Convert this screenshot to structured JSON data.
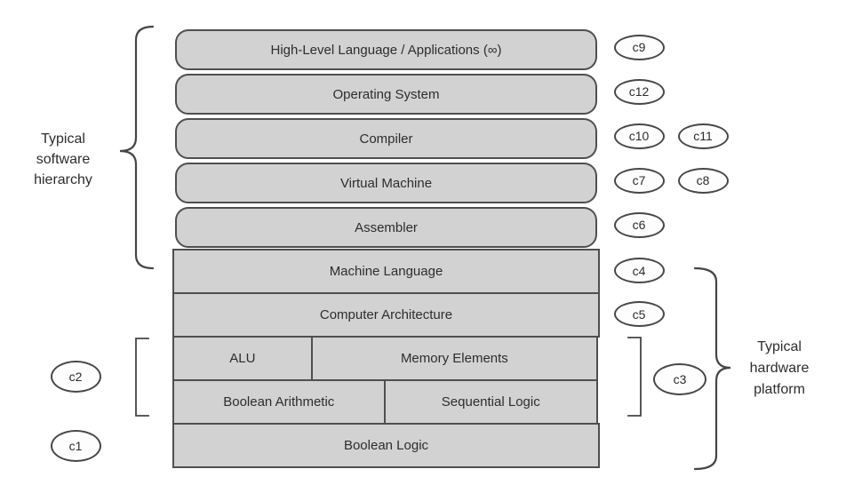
{
  "group_labels": {
    "software": "Typical\nsoftware\nhierarchy",
    "hardware": "Typical\nhardware\nplatform"
  },
  "diagram": {
    "colors": {
      "background": "#ffffff",
      "box_fill": "#d2d2d2",
      "box_border": "#4f4f51",
      "oval_fill": "#fdfdfd",
      "oval_border": "#474747",
      "text": "#2d2d2d",
      "annotation": "#454545"
    },
    "software_layers": [
      {
        "label": "High-Level Language / Applications (∞)",
        "chapters": [
          "c9"
        ]
      },
      {
        "label": "Operating System",
        "chapters": [
          "c12"
        ]
      },
      {
        "label": "Compiler",
        "chapters": [
          "c10",
          "c11"
        ]
      },
      {
        "label": "Virtual Machine",
        "chapters": [
          "c7",
          "c8"
        ]
      },
      {
        "label": "Assembler",
        "chapters": [
          "c6"
        ]
      }
    ],
    "hardware_layers": [
      {
        "cells": [
          {
            "label": "Machine Language",
            "width_pct": 100
          }
        ],
        "chapters": [
          "c4"
        ]
      },
      {
        "cells": [
          {
            "label": "Computer Architecture",
            "width_pct": 100
          }
        ],
        "chapters": [
          "c5"
        ]
      },
      {
        "cells": [
          {
            "label": "ALU",
            "width_pct": 32.8
          },
          {
            "label": "Memory Elements",
            "width_pct": 67.2
          }
        ],
        "chapters": []
      },
      {
        "cells": [
          {
            "label": "Boolean Arithmetic",
            "width_pct": 49.8
          },
          {
            "label": "Sequential Logic",
            "width_pct": 50.2
          }
        ],
        "chapters": []
      },
      {
        "cells": [
          {
            "label": "Boolean Logic",
            "width_pct": 100
          }
        ],
        "chapters": []
      }
    ],
    "left_chapter_badges": [
      "c2",
      "c1"
    ],
    "bracket_chapter_badge": "c3"
  }
}
